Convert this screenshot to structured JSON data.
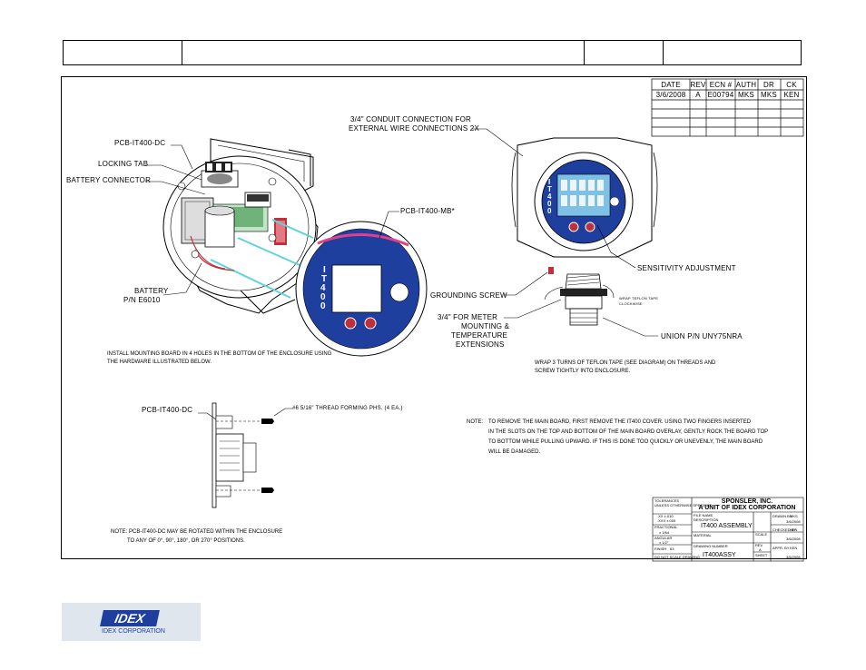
{
  "revision_table": {
    "headers": [
      "DATE",
      "REV",
      "ECN #",
      "AUTH",
      "DR",
      "CK"
    ],
    "rows": [
      [
        "3/6/2008",
        "A",
        "E00794",
        "MKS",
        "MKS",
        "KEN"
      ]
    ]
  },
  "labels": {
    "pcb_dc": "PCB-IT400-DC",
    "locking_tab": "LOCKING TAB",
    "battery_connector": "BATTERY CONNECTOR",
    "battery": "BATTERY",
    "battery_pn": "P/N E6010",
    "pcb_mb": "PCB-IT400-MB*",
    "conduit_1": "3/4\" CONDUIT CONNECTION FOR",
    "conduit_2": "EXTERNAL WIRE CONNECTIONS 2X",
    "sensitivity": "SENSITIVITY ADJUSTMENT",
    "grounding": "GROUNDING SCREW",
    "meter_1": "3/4\" FOR METER",
    "meter_2": "MOUNTING &",
    "meter_3": "TEMPERATURE",
    "meter_4": "EXTENSIONS",
    "union": "UNION P/N UNY75NRA",
    "wrap_tape_1": "WRAP TEFLON TAPE",
    "wrap_tape_2": "CLOCKWISE",
    "install_1": "INSTALL MOUNTING BOARD IN 4 HOLES IN THE BOTTOM OF THE ENCLOSURE USING",
    "install_2": "THE HARDWARE ILLUSTRATED BELOW.",
    "wrap_1": "WRAP 3 TURNS OF TEFLON TAPE (SEE DIAGRAM) ON THREADS AND",
    "wrap_2": "SCREW TIGHTLY INTO ENCLOSURE.",
    "pcb_dc_2": "PCB-IT400-DC",
    "screw": "#6 5/16\" THREAD FORMING PHS. (4 EA.)",
    "note_head": "NOTE:",
    "note_1": "TO REMOVE THE MAIN BOARD, FIRST REMOVE THE IT400 COVER.  USING TWO FINGERS INSERTED",
    "note_2": "IN THE SLOTS ON THE TOP AND BOTTOM OF THE MAIN BOARD OVERLAY, GENTLY ROCK THE BOARD TOP",
    "note_3": "TO BOTTOM WHILE PULLING UPWARD.  IF THIS IS DONE TOO QUICKLY OR UNEVENLY, THE MAIN BOARD",
    "note_4": "WILL BE DAMAGED.",
    "rot_1": "NOTE: PCB-IT400-DC MAY BE ROTATED WITHIN THE ENCLOSURE",
    "rot_2": "TO ANY OF 0°, 90°, 180°, OR 270° POSITIONS.",
    "display_brand": "IT400"
  },
  "title_block": {
    "company_1": "SPONSLER, INC.",
    "company_2": "A UNIT OF IDEX CORPORATION",
    "tolerances": "TOLERANCES",
    "tol_line": "UNLESS OTHERWISE SPECIFIED",
    "tol_x": ".XX  ±.010",
    "tol_xx": ".XXX  ±.005",
    "fractional": "FRACTIONAL",
    "frac_val": "± 1/64",
    "angular": "ANGULAR",
    "ang_val": "± 1/2°",
    "finish": "FINISH",
    "finish_val": "63",
    "file_name": "FILE NAME",
    "description": "DESCRIPTION",
    "description_val": "IT400 ASSEMBLY",
    "material": "MATERIAL",
    "scale": "SCALE",
    "drawn_by": "DRAWN BY",
    "drawn_val": "MKS",
    "date_1": "3/6/2008",
    "checked_by": "CHECKED BY",
    "checked_val": "KEN",
    "date_2": "3/6/2008",
    "drawing_number": "DRAWING NUMBER",
    "drawing_val": "IT400ASSY",
    "rev": "REV",
    "rev_val": "A",
    "sheet": "SHEET",
    "appr": "APPR. BY",
    "appr_val": "KEN",
    "date_3": "3/6/2008",
    "do_not_scale": "DO NOT SCALE DRAWING"
  },
  "logo": {
    "mark": "IDEX",
    "caption": "IDEX CORPORATION"
  },
  "colors": {
    "lcd": "#7fc1e6",
    "panel": "#1f3f9e",
    "board_green": "#2d8a3c",
    "pink": "#e0418b",
    "red": "#c0303a",
    "cyan": "#5fd3dc",
    "logo_blue": "#1f3f9e"
  }
}
